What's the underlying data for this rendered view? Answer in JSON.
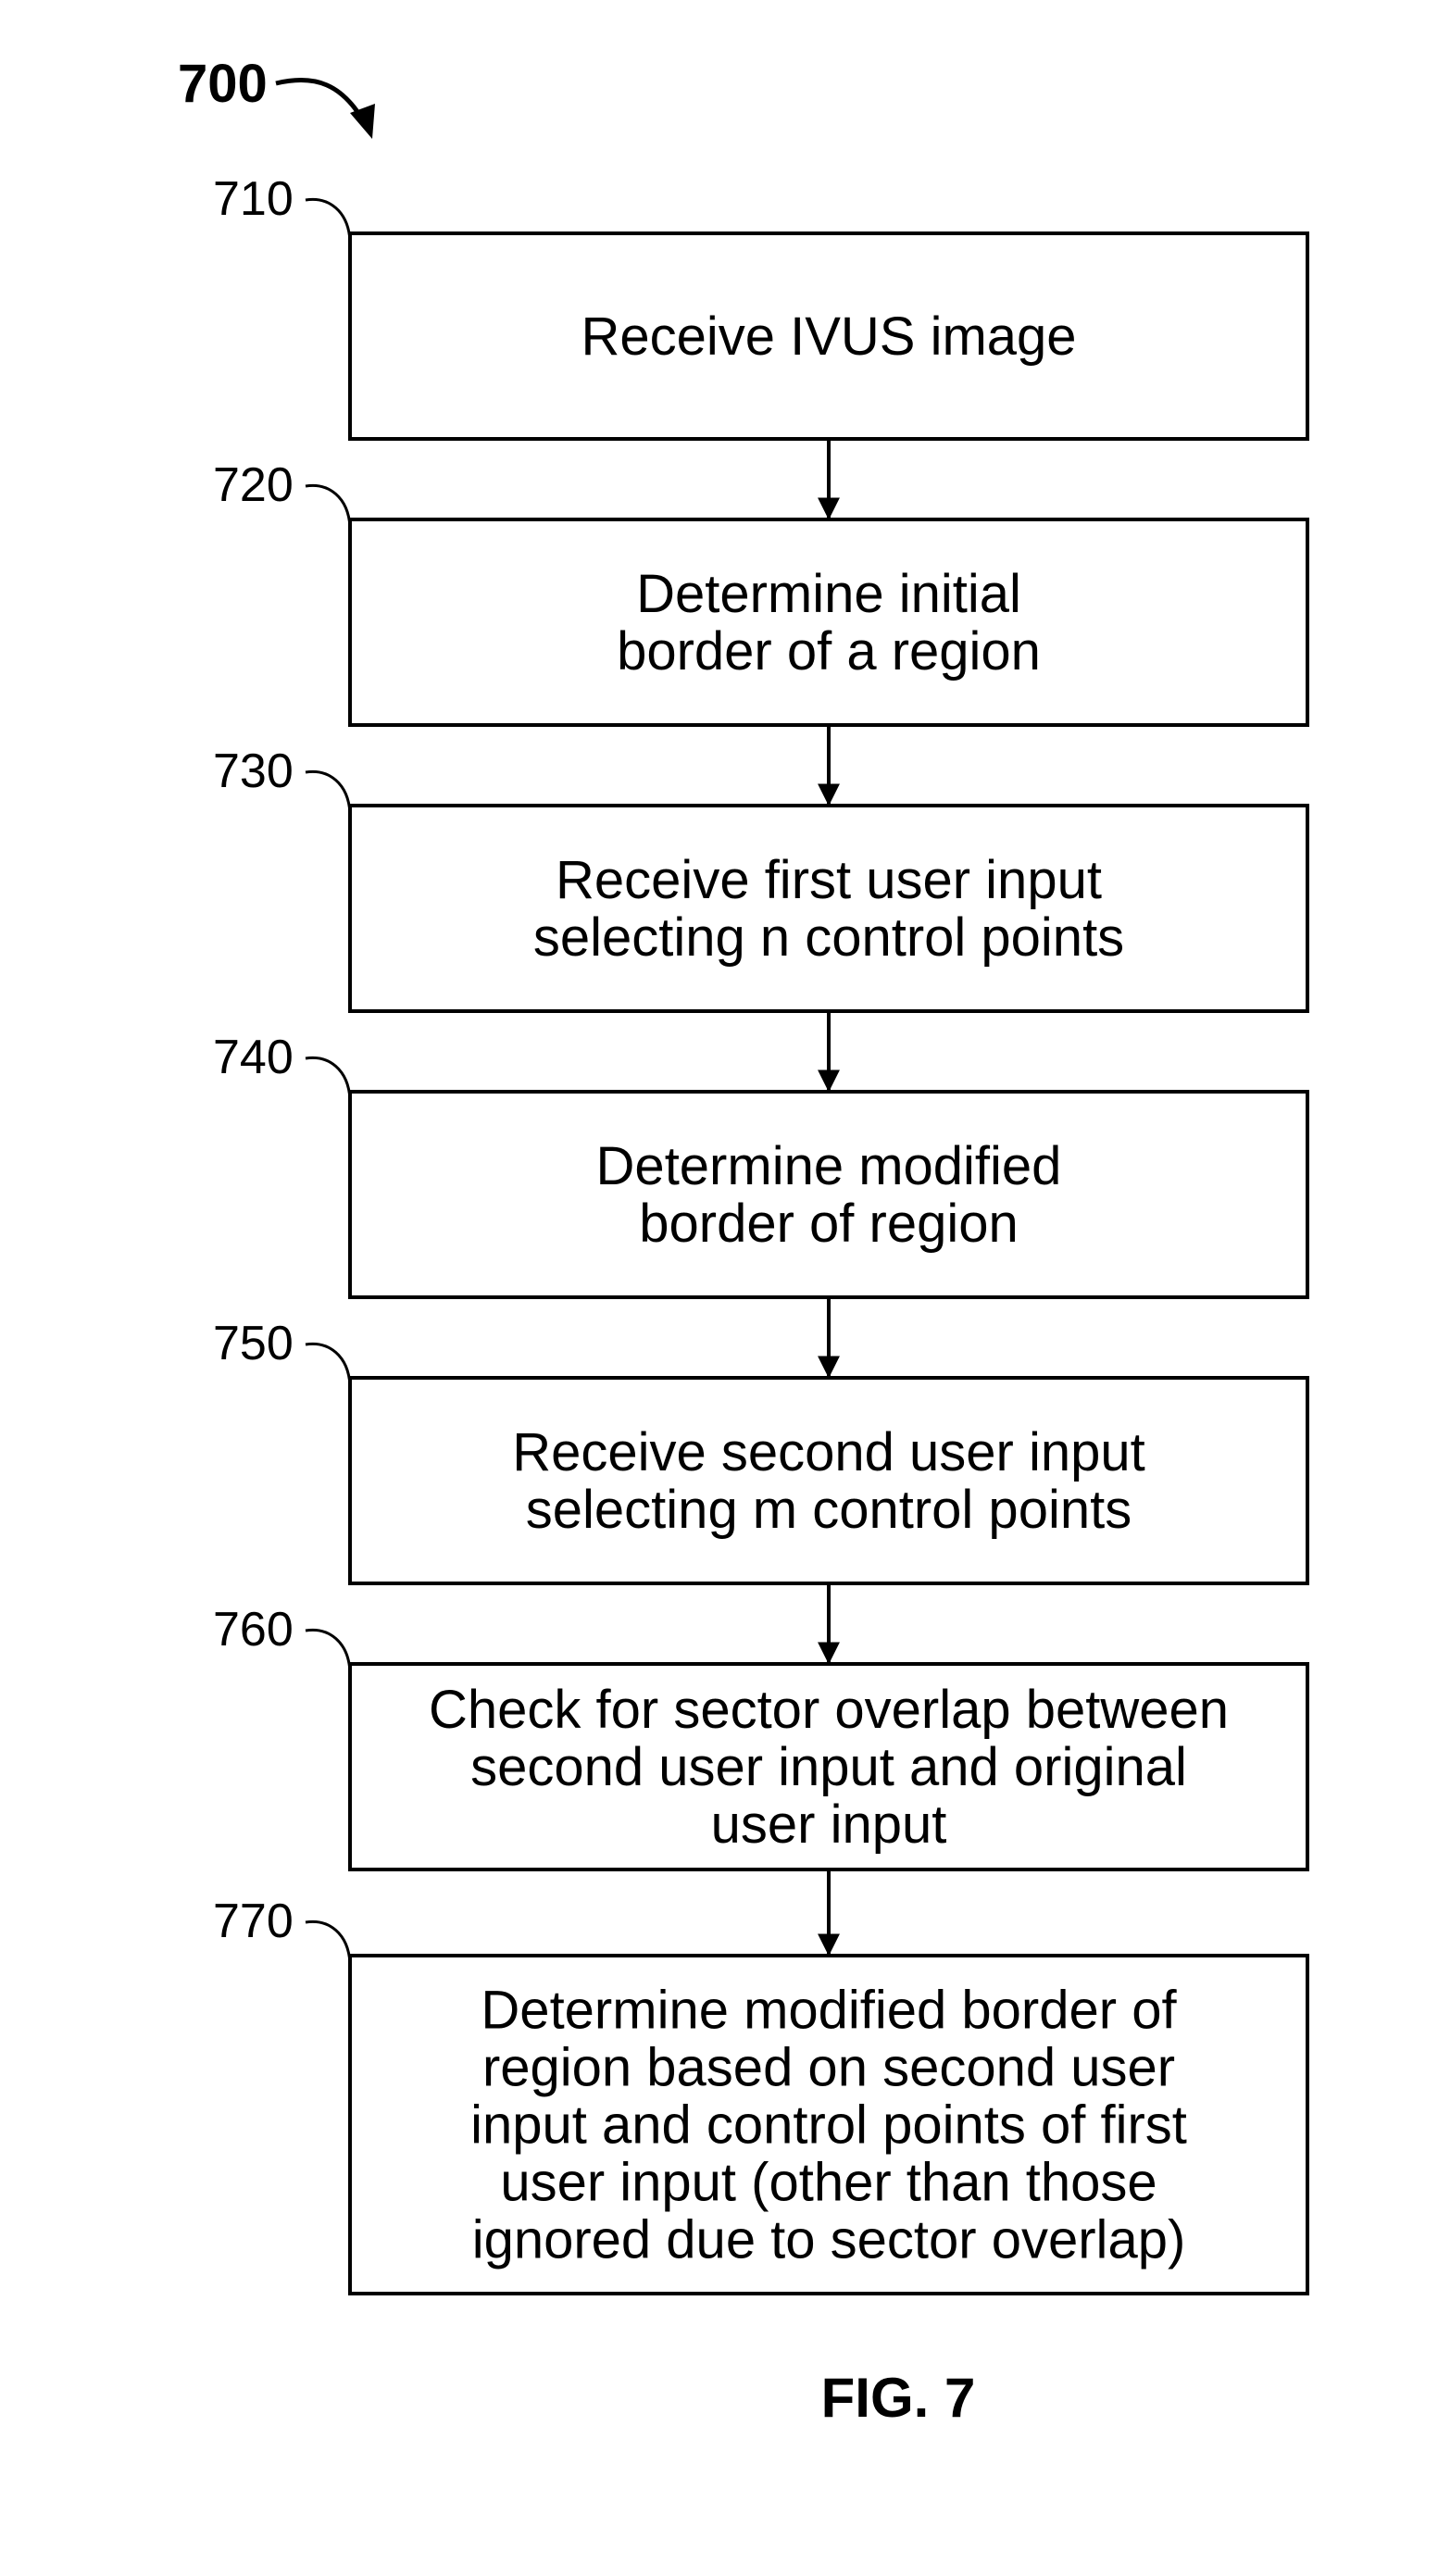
{
  "figure_number": "700",
  "figure_label": "FIG. 7",
  "steps": [
    {
      "id": "710",
      "lines": [
        "Receive IVUS image"
      ]
    },
    {
      "id": "720",
      "lines": [
        "Determine initial",
        "border of a region"
      ]
    },
    {
      "id": "730",
      "lines": [
        "Receive first user input",
        "selecting n control points"
      ]
    },
    {
      "id": "740",
      "lines": [
        "Determine modified",
        "border of region"
      ]
    },
    {
      "id": "750",
      "lines": [
        "Receive second user input",
        "selecting m control points"
      ]
    },
    {
      "id": "760",
      "lines": [
        "Check for sector overlap between",
        "second user input and original",
        "user input"
      ]
    },
    {
      "id": "770",
      "lines": [
        "Determine modified border of",
        "region based on second user",
        "input and control points of first",
        "user input (other than those",
        "ignored due to sector overlap)"
      ]
    }
  ]
}
